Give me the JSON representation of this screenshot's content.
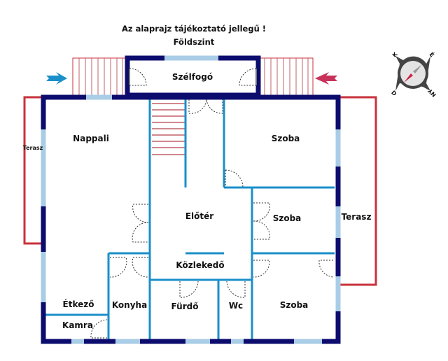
{
  "header": {
    "title": "Az alaprajz tájékoztató jellegű !",
    "floor": "Földszint"
  },
  "rooms": {
    "szelfogo": "Szélfogó",
    "nappali": "Nappali",
    "szoba1": "Szoba",
    "szoba2": "Szoba",
    "szoba3": "Szoba",
    "eloter": "Előtér",
    "kozlekedo": "Közlekedő",
    "etkezo": "Étkező",
    "konyha": "Konyha",
    "kamra": "Kamra",
    "furdo": "Fürdő",
    "wc": "Wc",
    "terasz_left": "Terasz",
    "terasz_right": "Terasz"
  },
  "compass": {
    "n": "É",
    "e": "K",
    "s": "D",
    "w": "NY"
  },
  "colors": {
    "outer_wall": "#0c0c6e",
    "inner_wall": "#1b8fc9",
    "terrace": "#c8323c",
    "entry_left_arrow": "#1b8fc9",
    "entry_right_arrow": "#c8325a"
  }
}
